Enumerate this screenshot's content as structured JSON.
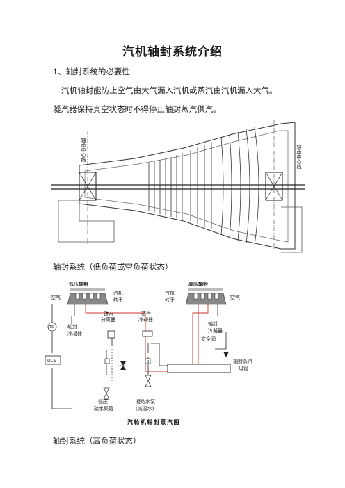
{
  "doc": {
    "title": "汽机轴封系统介绍",
    "section1_heading": "1、轴封系统的必要性",
    "para1_line1": "汽机轴封能防止空气由大气漏入汽机或蒸汽由汽机漏入大气。",
    "para1_line2": "凝汽器保持真空状态时不得停止轴封蒸汽供汽。",
    "section_low_load": "轴封系统（低负荷或空负荷状态）",
    "section_high_load": "轴封系统（高负荷状态）"
  },
  "figure1": {
    "left_label": "轴承中心线",
    "right_label": "轴承中心线"
  },
  "figure2": {
    "caption": "汽轮机轴封蒸汽图",
    "lp_seal": "低压轴封",
    "hp_seal": "高压轴封",
    "air_left": "空气",
    "air_right": "空气",
    "rotor_left_1": "汽机",
    "rotor_left_2": "转子",
    "rotor_right_1": "汽机",
    "rotor_right_2": "转子",
    "condenser_left_1": "轴封",
    "condenser_left_2": "冷凝器",
    "condenser_right_1": "轴封",
    "condenser_right_2": "冷凝器",
    "separator_1": "疏水",
    "separator_2": "分离器",
    "desuper_1": "蒸汽",
    "desuper_2": "冷却器",
    "lp_drain_1": "低压",
    "lp_drain_2": "疏水集管",
    "pump_1": "凝结水泵",
    "pump_2": "(减温水)",
    "safety_valve": "安全阀",
    "header_1": "轴封蒸汽",
    "header_2": "母管",
    "ts": "TS",
    "dcs": "DCS",
    "s": "S"
  }
}
